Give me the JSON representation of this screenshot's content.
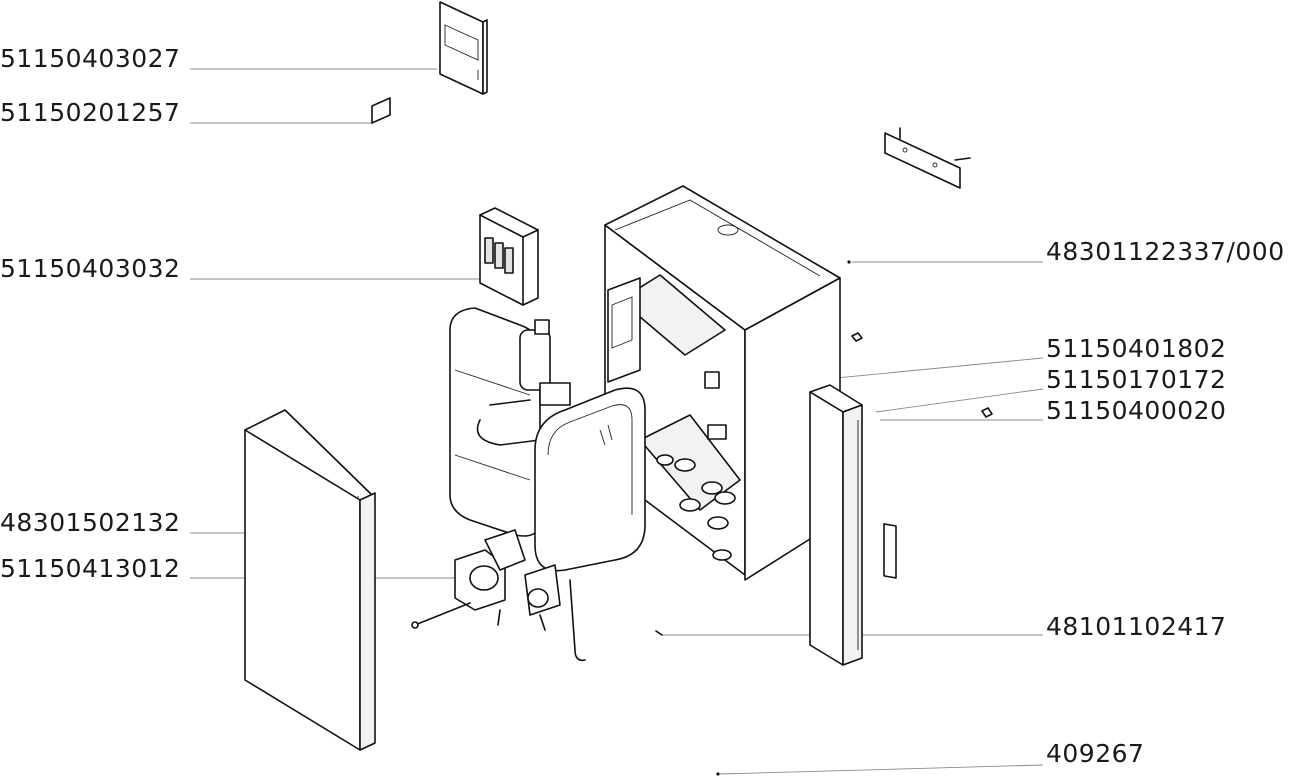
{
  "labels": {
    "display_unit": "51150403027",
    "display_cover": "51150201257",
    "electric_box": "51150403032",
    "screw_rear": "48301122337/000",
    "sensor_a": "51150401802",
    "sensor_b": "51150170172",
    "cable_clip": "51150400020",
    "side_panel": "48301502132",
    "pump": "51150413012",
    "screw_front": "48101102417",
    "screw_bottom": "409267"
  }
}
